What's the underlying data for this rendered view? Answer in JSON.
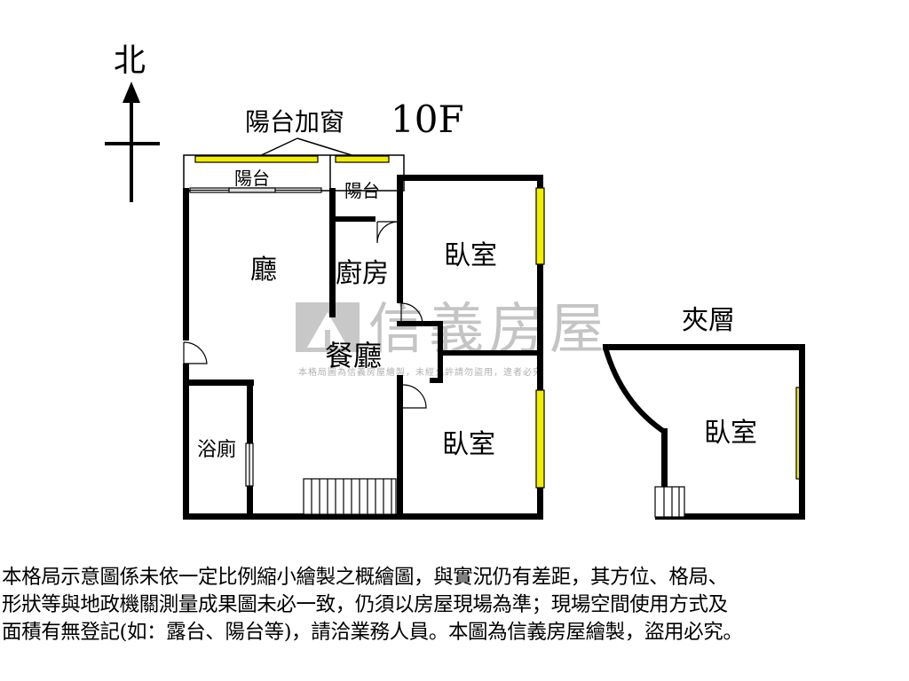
{
  "compass": {
    "north_label": "北"
  },
  "floor": {
    "label": "10F"
  },
  "annotations": {
    "balcony_window": "陽台加窗",
    "mezzanine": "夾層"
  },
  "rooms": {
    "balcony_left": "陽台",
    "balcony_right": "陽台",
    "living": "廳",
    "kitchen": "廚房",
    "dining": "餐廳",
    "bedroom_top": "臥室",
    "bedroom_bottom": "臥室",
    "bathroom": "浴廁",
    "bedroom_mezzanine": "臥室"
  },
  "watermark": {
    "brand": "信義房屋",
    "note": "本格局圖為信義房屋繪製，未經允許請勿盜用，違者必究"
  },
  "disclaimer": {
    "lines": [
      "本格局示意圖係未依一定比例縮小繪製之概繪圖，與實況仍有差距，其方位、格局、",
      "形狀等與地政機關測量成果圖未必一致，仍須以房屋現場為準；現場空間使用方式及",
      "面積有無登記(如：露台、陽台等)，請洽業務人員。本圖為信義房屋繪製，盜用必究。"
    ]
  },
  "colors": {
    "window_fill": "#f2ee00",
    "wall": "#000000",
    "watermark": "#c4c4c4"
  }
}
